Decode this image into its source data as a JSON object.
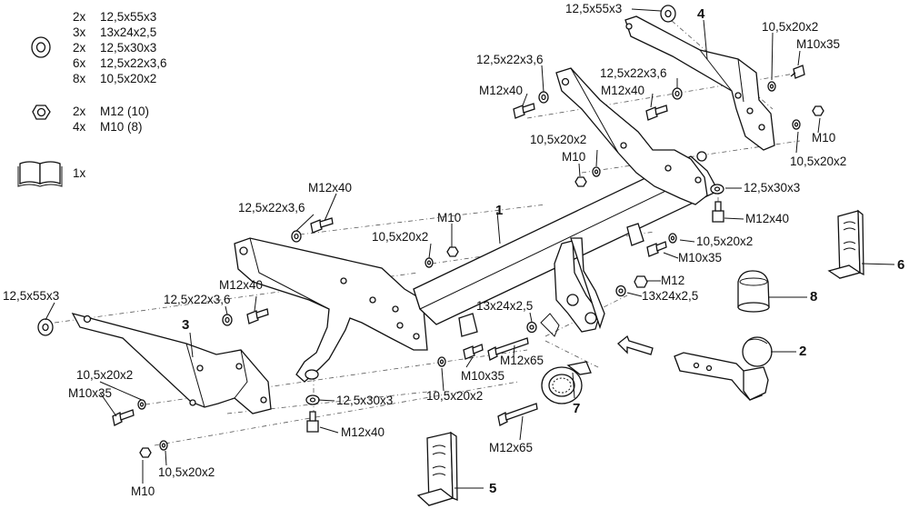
{
  "legend": {
    "washers": [
      {
        "qty": "2x",
        "size": "12,5x55x3"
      },
      {
        "qty": "3x",
        "size": "13x24x2,5"
      },
      {
        "qty": "2x",
        "size": "12,5x30x3"
      },
      {
        "qty": "6x",
        "size": "12,5x22x3,6"
      },
      {
        "qty": "8x",
        "size": "10,5x20x2"
      }
    ],
    "nuts": [
      {
        "qty": "2x",
        "size": "M12 (10)"
      },
      {
        "qty": "4x",
        "size": "M10 (8)"
      }
    ],
    "manual": {
      "qty": "1x"
    }
  },
  "part_numbers": [
    "1",
    "2",
    "3",
    "4",
    "5",
    "6",
    "7",
    "8"
  ],
  "labels": {
    "l01": "12,5x55x3",
    "l02": "10,5x20x2",
    "l03": "M10x35",
    "l04": "12,5x22x3,6",
    "l05": "12,5x22x3,6",
    "l06": "M12x40",
    "l07": "M12x40",
    "l08": "M10",
    "l09": "10,5x20x2",
    "l10": "10,5x20x2",
    "l11": "M10",
    "l12": "12,5x30x3",
    "l13": "M12x40",
    "l14": "10,5x20x2",
    "l15": "M10x35",
    "l16": "M12x40",
    "l17": "12,5x22x3,6",
    "l18": "M10",
    "l19": "10,5x20x2",
    "l20": "12,5x55x3",
    "l21": "M12x40",
    "l22": "12,5x22x3,6",
    "l23": "M12",
    "l24": "13x24x2,5",
    "l25": "13x24x2,5",
    "l26": "M12x65",
    "l27": "M10x35",
    "l28": "10,5x20x2",
    "l29": "10,5x20x2",
    "l30": "M10x35",
    "l31": "12,5x30x3",
    "l32": "M12x40",
    "l33": "10,5x20x2",
    "l34": "M10",
    "l35": "M12x65"
  }
}
